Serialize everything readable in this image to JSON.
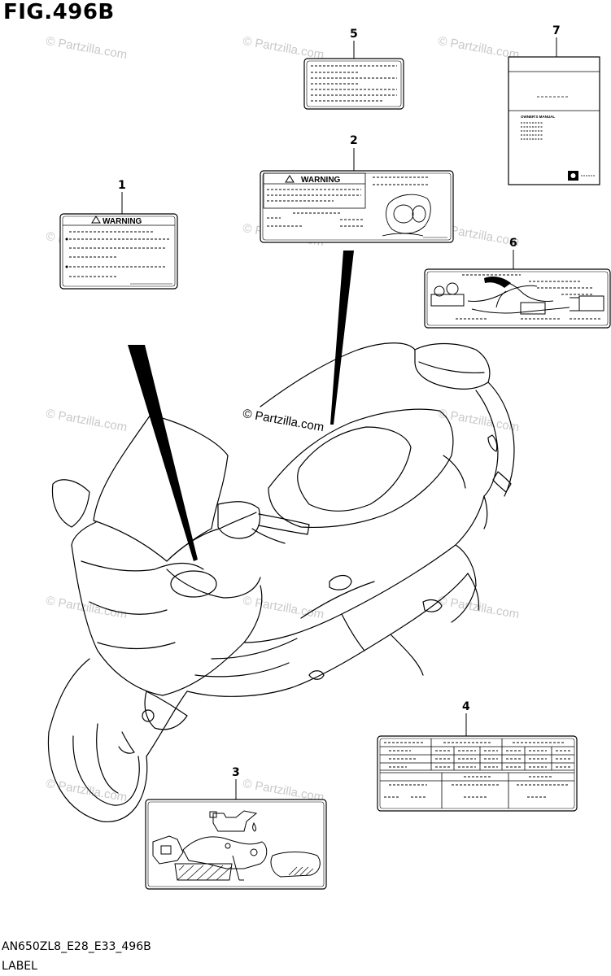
{
  "figure": {
    "title": "FIG.496B",
    "code": "AN650ZL8_E28_E33_496B",
    "name": "LABEL"
  },
  "watermark": "© Partzilla.com",
  "copyright": "© Partzilla.com",
  "callouts": [
    "1",
    "2",
    "3",
    "4",
    "5",
    "6",
    "7"
  ],
  "labels": {
    "warning_1": "WARNING",
    "warning_2": "WARNING",
    "manual_heading": "OWNER'S MANUAL"
  }
}
